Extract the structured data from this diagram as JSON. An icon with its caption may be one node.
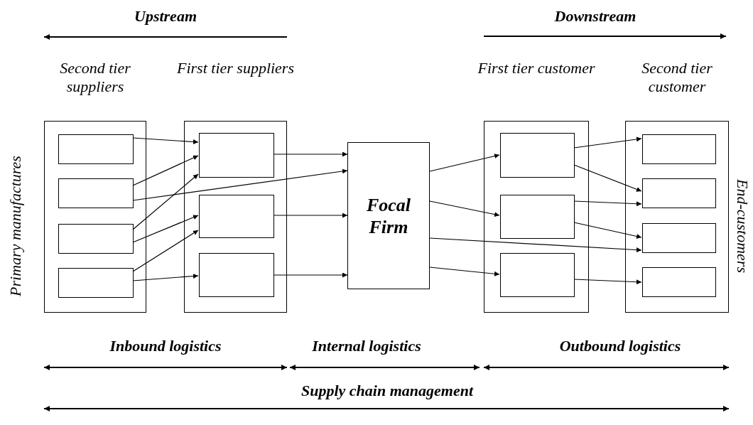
{
  "diagram": {
    "nodes": [
      {
        "text": [
          "Second tier suppliers"
        ]
      },
      {
        "text": [],
        "shape": "box",
        "in": 0
      },
      {
        "text": [],
        "shape": "box",
        "in": 0
      },
      {
        "text": [],
        "shape": "box",
        "in": 0
      },
      {
        "text": [],
        "shape": "box",
        "in": 0
      },
      {
        "text": [
          "First tier suppliers"
        ]
      },
      {
        "text": [],
        "shape": "box",
        "in": 5
      },
      {
        "text": [],
        "shape": "box",
        "in": 5
      },
      {
        "text": [],
        "shape": "box",
        "in": 5
      },
      {
        "text": [
          "Focal Firm"
        ]
      },
      {
        "text": [
          "First tier customer"
        ]
      },
      {
        "text": [],
        "shape": "box",
        "in": 10
      },
      {
        "text": [],
        "shape": "box",
        "in": 10
      },
      {
        "text": [],
        "shape": "box",
        "in": 10
      },
      {
        "text": [
          "Second tier customer"
        ]
      },
      {
        "text": [],
        "shape": "box",
        "in": 14
      },
      {
        "text": [],
        "shape": "box",
        "in": 14
      },
      {
        "text": [],
        "shape": "box",
        "in": 14
      },
      {
        "text": [],
        "shape": "box",
        "in": 14
      }
    ],
    "edges": [
      {
        "from": 1,
        "to": 6,
        "arrow": "to"
      },
      {
        "from": 2,
        "to": 6,
        "arrow": "to"
      },
      {
        "from": 2,
        "to": 9,
        "arrow": "to"
      },
      {
        "from": 3,
        "to": 6,
        "arrow": "to"
      },
      {
        "from": 3,
        "to": 7,
        "arrow": "to"
      },
      {
        "from": 4,
        "to": 7,
        "arrow": "to"
      },
      {
        "from": 4,
        "to": 8,
        "arrow": "to"
      },
      {
        "from": 6,
        "to": 9,
        "arrow": "to"
      },
      {
        "from": 7,
        "to": 9,
        "arrow": "to"
      },
      {
        "from": 8,
        "to": 9,
        "arrow": "to"
      },
      {
        "from": 9,
        "to": 11,
        "arrow": "to"
      },
      {
        "from": 9,
        "to": 12,
        "arrow": "to"
      },
      {
        "from": 9,
        "to": 17,
        "arrow": "to"
      },
      {
        "from": 9,
        "to": 13,
        "arrow": "to"
      },
      {
        "from": 11,
        "to": 15,
        "arrow": "to"
      },
      {
        "from": 11,
        "to": 16,
        "arrow": "to"
      },
      {
        "from": 12,
        "to": 16,
        "arrow": "to"
      },
      {
        "from": 12,
        "to": 17,
        "arrow": "to"
      },
      {
        "from": 13,
        "to": 18,
        "arrow": "to"
      }
    ],
    "labels": [
      "Upstream",
      "Downstream",
      "Primary manufactures",
      "End-customers",
      "Inbound logistics",
      "Internal logistics",
      "Outbound logistics",
      "Supply chain management"
    ]
  }
}
